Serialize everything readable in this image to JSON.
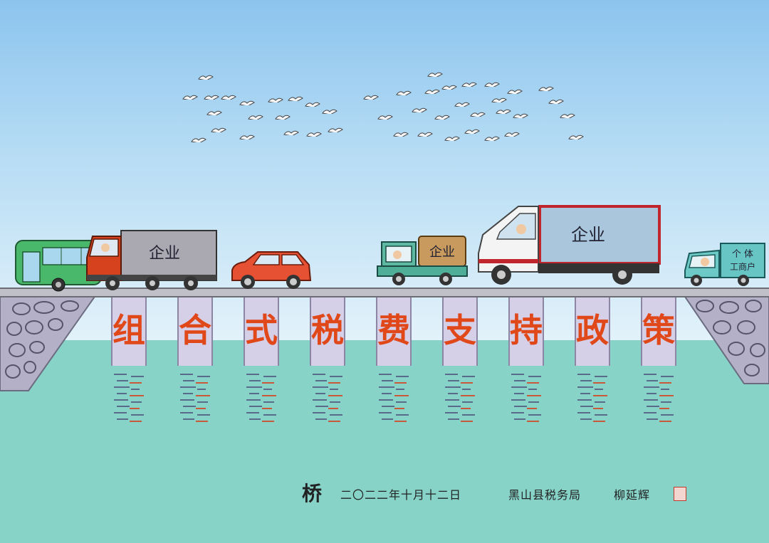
{
  "pillars": [
    "组",
    "合",
    "式",
    "税",
    "费",
    "支",
    "持",
    "政",
    "策"
  ],
  "vehicles": {
    "truck1_label": "企业",
    "pickup_label": "企业",
    "box_truck_label": "企业",
    "small_truck_label_line1": "个 体",
    "small_truck_label_line2": "工商户"
  },
  "footer": {
    "title": "桥",
    "date": "二〇二二年十月十二日",
    "org": "黑山县税务局",
    "author": "柳延辉"
  },
  "colors": {
    "pillar_text": "#e0481a",
    "sky_top": "#8cc4ee",
    "water": "#87d3c8"
  }
}
